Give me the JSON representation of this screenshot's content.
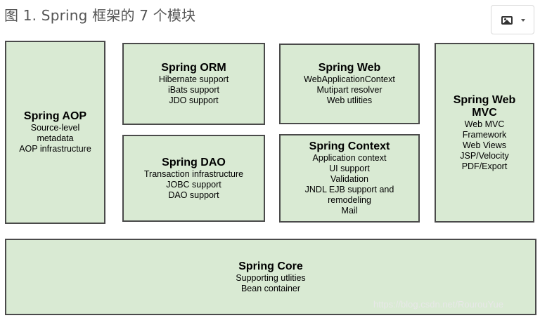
{
  "caption": "图 1. Spring 框架的 7 个模块",
  "toolbar": {
    "image_button_icon": "image-icon",
    "dropdown_icon": "caret-down-icon"
  },
  "modules": {
    "aop": {
      "title": "Spring AOP",
      "lines": [
        "Source-level",
        "metadata",
        "AOP infrastructure"
      ]
    },
    "orm": {
      "title": "Spring ORM",
      "lines": [
        "Hibernate support",
        "iBats support",
        "JDO support"
      ]
    },
    "dao": {
      "title": "Spring DAO",
      "lines": [
        "Transaction infrastructure",
        "JOBC support",
        "DAO support"
      ]
    },
    "web": {
      "title": "Spring Web",
      "lines": [
        "WebApplicationContext",
        "Mutipart resolver",
        "Web utlities"
      ]
    },
    "context": {
      "title": "Spring Context",
      "lines": [
        "Application context",
        "UI support",
        "Validation",
        "JNDL EJB support and",
        "remodeling",
        "Mail"
      ]
    },
    "mvc": {
      "title_lines": [
        "Spring Web",
        "MVC"
      ],
      "lines": [
        "Web MVC",
        "Framework",
        "Web Views",
        "JSP/Velocity",
        "PDF/Export"
      ]
    },
    "core": {
      "title": "Spring Core",
      "lines": [
        "Supporting utlities",
        "Bean container"
      ]
    }
  },
  "watermark": "https://blog.csdn.net/RourouYue",
  "colors": {
    "box_fill": "#d9ead3",
    "box_border": "#4a4a4a",
    "caption_text": "#555555"
  }
}
